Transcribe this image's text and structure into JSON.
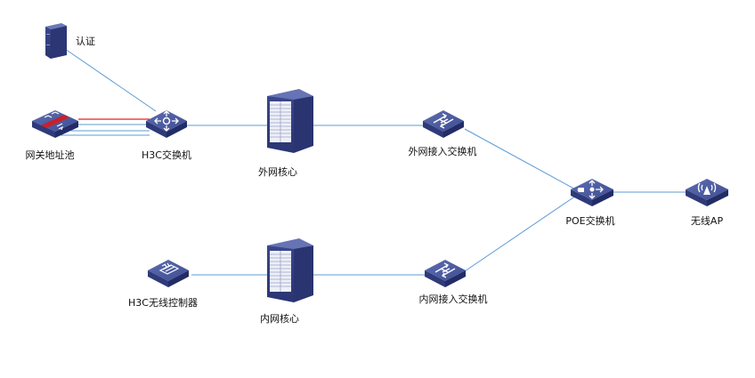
{
  "diagram": {
    "title": "",
    "colors": {
      "link": "#5b9bd5",
      "link_red": "#e02020",
      "device_top": "#4a5a9c",
      "device_side": "#2b3570",
      "device_front": "#39468a",
      "icon_white": "#ffffff",
      "accent_red": "#c8202a"
    },
    "nodes": [
      {
        "id": "auth",
        "label": "认证",
        "icon": "server-tower-icon"
      },
      {
        "id": "gw_pool",
        "label": "网关地址池",
        "icon": "firewall-icon"
      },
      {
        "id": "h3c_switch",
        "label": "H3C交换机",
        "icon": "l3-switch-icon"
      },
      {
        "id": "ext_core",
        "label": "外网核心",
        "icon": "core-switch-chassis-icon"
      },
      {
        "id": "ext_access",
        "label": "外网接入交换机",
        "icon": "l2-switch-icon"
      },
      {
        "id": "poe_switch",
        "label": "POE交换机",
        "icon": "poe-switch-icon"
      },
      {
        "id": "wireless_ap",
        "label": "无线AP",
        "icon": "wireless-ap-icon"
      },
      {
        "id": "wlc",
        "label": "H3C无线控制器",
        "icon": "wireless-controller-icon"
      },
      {
        "id": "int_core",
        "label": "内网核心",
        "icon": "core-switch-chassis-icon"
      },
      {
        "id": "int_access",
        "label": "内网接入交换机",
        "icon": "l2-switch-icon"
      }
    ],
    "edges": [
      {
        "from": "auth",
        "to": "h3c_switch",
        "style": "blue"
      },
      {
        "from": "gw_pool",
        "to": "h3c_switch",
        "style": "red"
      },
      {
        "from": "gw_pool",
        "to": "h3c_switch",
        "style": "blue"
      },
      {
        "from": "gw_pool",
        "to": "h3c_switch",
        "style": "blue"
      },
      {
        "from": "gw_pool",
        "to": "h3c_switch",
        "style": "blue"
      },
      {
        "from": "h3c_switch",
        "to": "ext_core",
        "style": "blue"
      },
      {
        "from": "ext_core",
        "to": "ext_access",
        "style": "blue"
      },
      {
        "from": "ext_access",
        "to": "poe_switch",
        "style": "blue"
      },
      {
        "from": "poe_switch",
        "to": "wireless_ap",
        "style": "blue"
      },
      {
        "from": "wlc",
        "to": "int_core",
        "style": "blue"
      },
      {
        "from": "int_core",
        "to": "int_access",
        "style": "blue"
      },
      {
        "from": "int_access",
        "to": "poe_switch",
        "style": "blue"
      }
    ]
  }
}
